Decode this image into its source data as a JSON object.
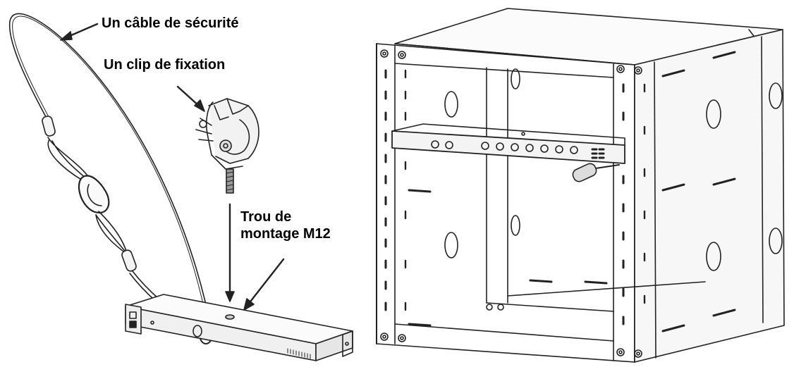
{
  "labels": {
    "safety_cable": "Un câble de sécurité",
    "mounting_clip": "Un clip de fixation",
    "mounting_hole_line1": "Trou de",
    "mounting_hole_line2": "montage M12"
  },
  "colors": {
    "line": "#222222",
    "background": "#ffffff",
    "metal": "#e8e8e8"
  }
}
